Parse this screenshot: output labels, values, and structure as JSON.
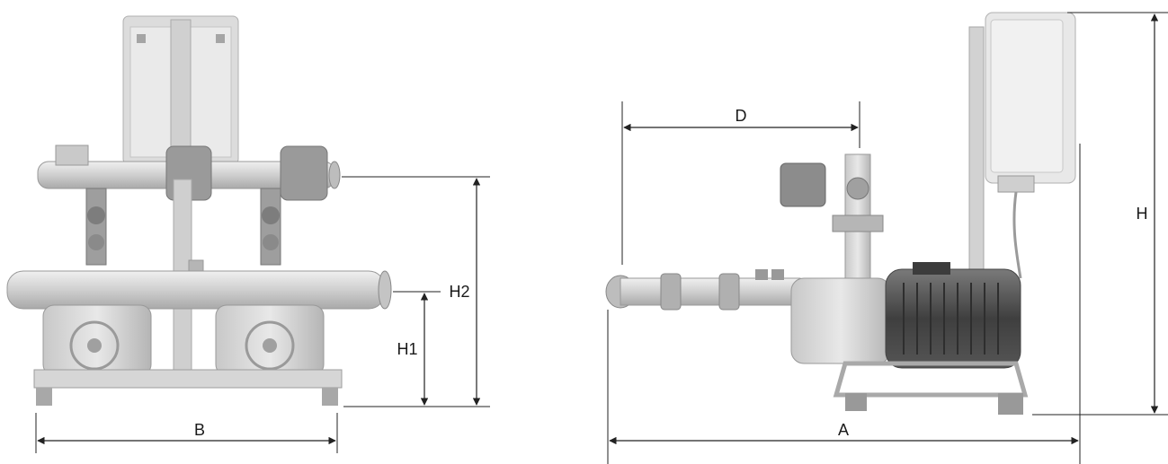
{
  "dimension_labels": {
    "b": "B",
    "h1": "H1",
    "h2": "H2",
    "d": "D",
    "h": "H",
    "a": "A"
  },
  "colors": {
    "line": "#222222",
    "metal_light": "#d9d9d9",
    "metal_mid": "#bdbdbd",
    "metal_dark": "#8f8f8f",
    "panel": "#e6e6e6",
    "motor": "#5e5e5e"
  }
}
